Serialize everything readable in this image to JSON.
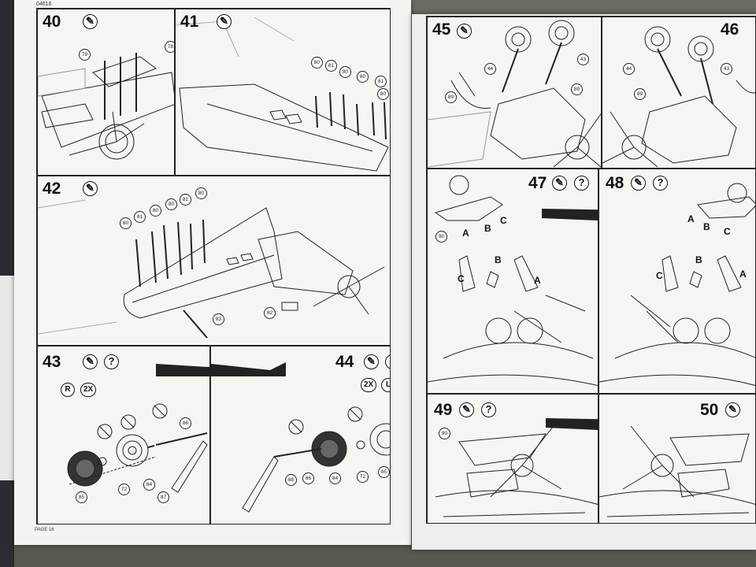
{
  "header": {
    "code": "04616"
  },
  "footer": {
    "page": "PAGE 16"
  },
  "steps": {
    "s40": {
      "number": "40",
      "parts": [
        "79",
        "78"
      ]
    },
    "s41": {
      "number": "41",
      "parts": [
        "80",
        "81",
        "80",
        "80",
        "81",
        "80"
      ]
    },
    "s42": {
      "number": "42",
      "parts": [
        "80",
        "81",
        "80",
        "80",
        "81",
        "80",
        "82",
        "83"
      ]
    },
    "s43": {
      "number": "43",
      "badges": [
        "R",
        "2X"
      ],
      "parts": [
        "86",
        "85",
        "72",
        "84",
        "87"
      ]
    },
    "s44": {
      "number": "44",
      "badges": [
        "2X",
        "L"
      ],
      "parts": [
        "88",
        "86",
        "84",
        "72",
        "85"
      ]
    },
    "s45": {
      "number": "45",
      "parts": [
        "44",
        "43",
        "89",
        "89"
      ]
    },
    "s46": {
      "number": "46",
      "parts": [
        "44",
        "43",
        "89"
      ]
    },
    "s47": {
      "number": "47",
      "parts": [
        "90"
      ],
      "letters": [
        "A",
        "B",
        "C",
        "C",
        "B",
        "A"
      ]
    },
    "s48": {
      "number": "48",
      "letters": [
        "A",
        "B",
        "C",
        "C",
        "B",
        "A"
      ]
    },
    "s49": {
      "number": "49",
      "parts": [
        "90"
      ]
    },
    "s50": {
      "number": "50"
    }
  },
  "icons": {
    "glue": "glue-icon",
    "question": "?"
  }
}
